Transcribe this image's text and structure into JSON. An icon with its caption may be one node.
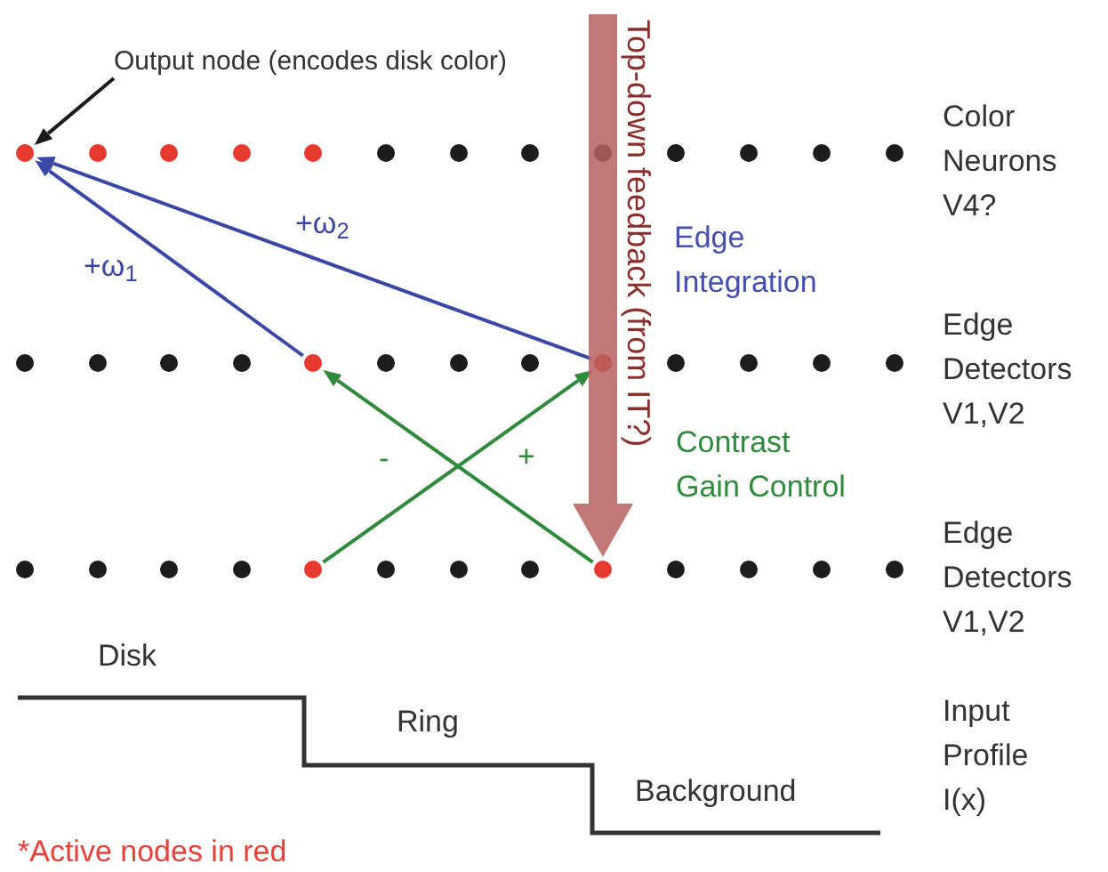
{
  "diagram": {
    "nodes": [
      {
        "text": [
          "Output node (encodes disk color)"
        ]
      },
      {
        "text": [],
        "shape": "circle"
      },
      {
        "text": [],
        "shape": "circle"
      },
      {
        "text": [],
        "shape": "circle"
      },
      {
        "text": [],
        "shape": "circle"
      },
      {
        "text": [],
        "shape": "circle"
      },
      {
        "text": [],
        "shape": "circle"
      },
      {
        "text": [],
        "shape": "circle"
      },
      {
        "text": [],
        "shape": "circle"
      },
      {
        "text": [],
        "shape": "circle"
      },
      {
        "text": [],
        "shape": "circle"
      },
      {
        "text": [],
        "shape": "circle"
      },
      {
        "text": [],
        "shape": "circle"
      },
      {
        "text": [],
        "shape": "circle"
      },
      {
        "text": [],
        "shape": "circle"
      },
      {
        "text": [],
        "shape": "circle"
      },
      {
        "text": [],
        "shape": "circle"
      },
      {
        "text": [],
        "shape": "circle"
      },
      {
        "text": [],
        "shape": "circle"
      },
      {
        "text": [],
        "shape": "circle"
      },
      {
        "text": [],
        "shape": "circle"
      },
      {
        "text": [],
        "shape": "circle"
      },
      {
        "text": [],
        "shape": "circle"
      },
      {
        "text": [],
        "shape": "circle"
      },
      {
        "text": [],
        "shape": "circle"
      },
      {
        "text": [],
        "shape": "circle"
      },
      {
        "text": [],
        "shape": "circle"
      },
      {
        "text": [],
        "shape": "circle"
      },
      {
        "text": [],
        "shape": "circle"
      },
      {
        "text": [],
        "shape": "circle"
      },
      {
        "text": [],
        "shape": "circle"
      },
      {
        "text": [],
        "shape": "circle"
      },
      {
        "text": [],
        "shape": "circle"
      },
      {
        "text": [],
        "shape": "circle"
      },
      {
        "text": [],
        "shape": "circle"
      },
      {
        "text": [],
        "shape": "circle"
      },
      {
        "text": [],
        "shape": "circle"
      },
      {
        "text": [],
        "shape": "circle"
      },
      {
        "text": [],
        "shape": "circle"
      },
      {
        "text": [],
        "shape": "circle"
      }
    ],
    "edges": [
      {
        "from": 0,
        "to": 1,
        "arrow": "to",
        "color": "#1c1c1c"
      },
      {
        "from": 18,
        "to": 1,
        "arrow": "to",
        "label": "+ω$_{1}$",
        "color": "#3b47a6"
      },
      {
        "from": 22,
        "to": 1,
        "arrow": "to",
        "label": "+ω$_{2}$",
        "color": "#3b47a6"
      },
      {
        "from": 31,
        "to": 22,
        "arrow": "to",
        "label": "+",
        "color": "#2f8a3c"
      },
      {
        "from": 35,
        "to": 18,
        "arrow": "to",
        "label": "-",
        "color": "#2f8a3c"
      },
      {
        "from": null,
        "to": 35,
        "arrow": "to",
        "label": "Top-down feedback (from IT?)",
        "style": "thick",
        "color": "#b8615f"
      }
    ],
    "labels": [
      "Color Neurons V4?",
      "Edge Integration",
      "Edge Detectors V1,V2",
      "Contrast Gain Control",
      "Edge Detectors V1,V2",
      "Disk",
      "Ring",
      "Input Profile I(x)",
      "Background",
      "*Active nodes in red"
    ]
  }
}
